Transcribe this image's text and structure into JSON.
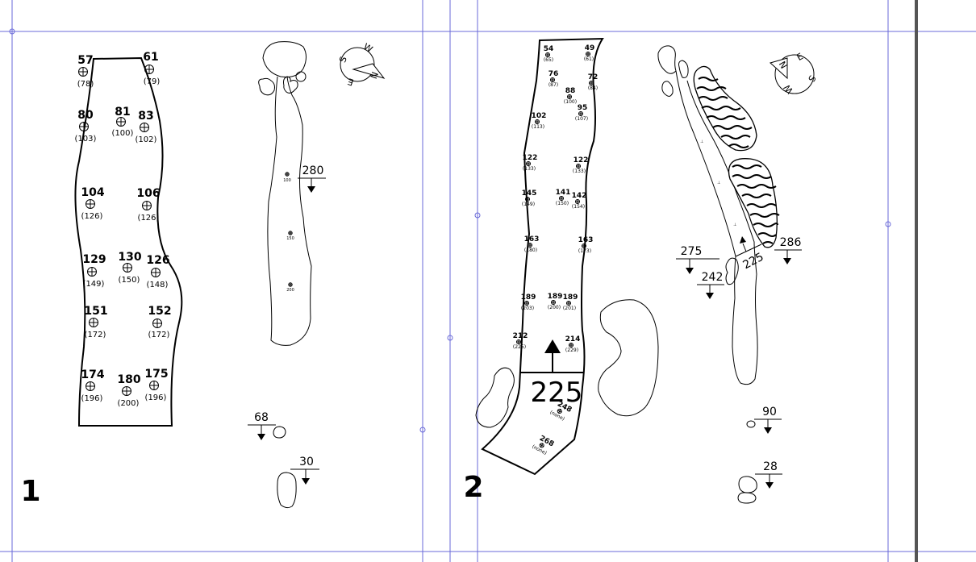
{
  "colors": {
    "guide": "#6a6ad8",
    "ink": "#000000",
    "paper": "#ffffff",
    "gutter": "#555555"
  },
  "hole1": {
    "number": "1",
    "fairway_marks": [
      {
        "y": "57",
        "front": "(78)"
      },
      {
        "y": "61",
        "front": "(79)"
      },
      {
        "y": "80",
        "front": "(103)"
      },
      {
        "y": "81",
        "front": "(100)"
      },
      {
        "y": "83",
        "front": "(102)"
      },
      {
        "y": "104",
        "front": "(126)"
      },
      {
        "y": "106",
        "front": "(126)"
      },
      {
        "y": "129",
        "front": "(149)"
      },
      {
        "y": "130",
        "front": "(150)"
      },
      {
        "y": "126",
        "front": "(148)"
      },
      {
        "y": "151",
        "front": "(172)"
      },
      {
        "y": "152",
        "front": "(172)"
      },
      {
        "y": "174",
        "front": "(196)"
      },
      {
        "y": "180",
        "front": "(200)"
      },
      {
        "y": "175",
        "front": "(196)"
      }
    ],
    "sketch_marks": [
      "100",
      "150",
      "200"
    ],
    "hazard_280": "280",
    "hazard_68": "68",
    "hazard_30": "30",
    "compass": [
      "S",
      "W",
      "N",
      "E"
    ]
  },
  "hole2": {
    "number": "2",
    "fairway_marks": [
      {
        "y": "54",
        "front": "(65)"
      },
      {
        "y": "49",
        "front": "(61)"
      },
      {
        "y": "76",
        "front": "(87)"
      },
      {
        "y": "88",
        "front": "(100)"
      },
      {
        "y": "72",
        "front": "(84)"
      },
      {
        "y": "95",
        "front": "(107)"
      },
      {
        "y": "102",
        "front": "(113)"
      },
      {
        "y": "122",
        "front": "(133)"
      },
      {
        "y": "122",
        "front": "(133)"
      },
      {
        "y": "145",
        "front": "(149)"
      },
      {
        "y": "141",
        "front": "(150)"
      },
      {
        "y": "142",
        "front": "(154)"
      },
      {
        "y": "163",
        "front": "(180)"
      },
      {
        "y": "163",
        "front": "(173)"
      },
      {
        "y": "189",
        "front": "(203)"
      },
      {
        "y": "189",
        "front": "(200)"
      },
      {
        "y": "189",
        "front": "(201)"
      },
      {
        "y": "212",
        "front": "(225)"
      },
      {
        "y": "214",
        "front": "(229)"
      },
      {
        "y": "248",
        "front": "(none)"
      },
      {
        "y": "268",
        "front": "(none)"
      }
    ],
    "big_225": "225",
    "sketch_225": "225",
    "hazard_275": "275",
    "hazard_242": "242",
    "hazard_286": "286",
    "hazard_90": "90",
    "hazard_28": "28",
    "compass": [
      "W",
      "E",
      "N",
      "S"
    ]
  }
}
